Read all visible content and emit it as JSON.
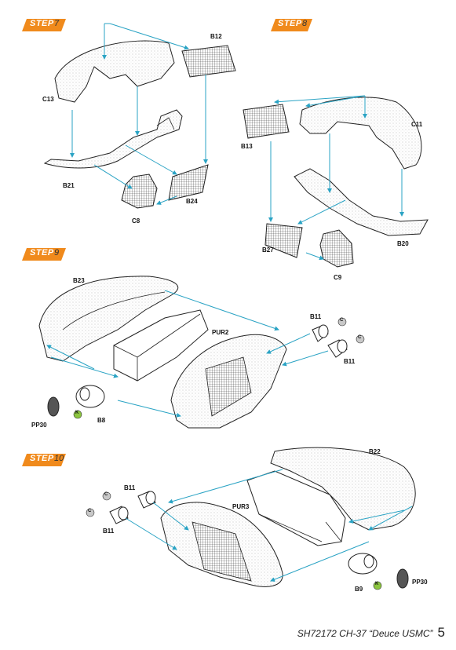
{
  "steps": [
    {
      "word": "STEP",
      "number": "7"
    },
    {
      "word": "STEP",
      "number": "8"
    },
    {
      "word": "STEP",
      "number": "9"
    },
    {
      "word": "STEP",
      "number": "10"
    }
  ],
  "labels": {
    "s7": {
      "b12": "B12",
      "c13": "C13",
      "b21": "B21",
      "b24": "B24",
      "c8": "C8"
    },
    "s8": {
      "c11": "C11",
      "b13": "B13",
      "b27": "B27",
      "b20": "B20",
      "c9": "C9"
    },
    "s9": {
      "b23": "B23",
      "pur2": "PUR2",
      "b11a": "B11",
      "b11b": "B11",
      "pp30": "PP30",
      "b8": "B8",
      "c1": "C",
      "c2": "C",
      "k": "K"
    },
    "s10": {
      "b22": "B22",
      "pur3": "PUR3",
      "b11a": "B11",
      "b11b": "B11",
      "pp30": "PP30",
      "b9": "B9",
      "c1": "C",
      "c2": "C",
      "k": "K"
    }
  },
  "footer": {
    "title": "SH72172 CH-37 “Deuce USMC”",
    "page": "5"
  },
  "colors": {
    "flag": "#f08a1c",
    "arrow": "#2aa3c4",
    "paint_c": "#c8c8c8",
    "paint_k": "#8cc63f"
  }
}
